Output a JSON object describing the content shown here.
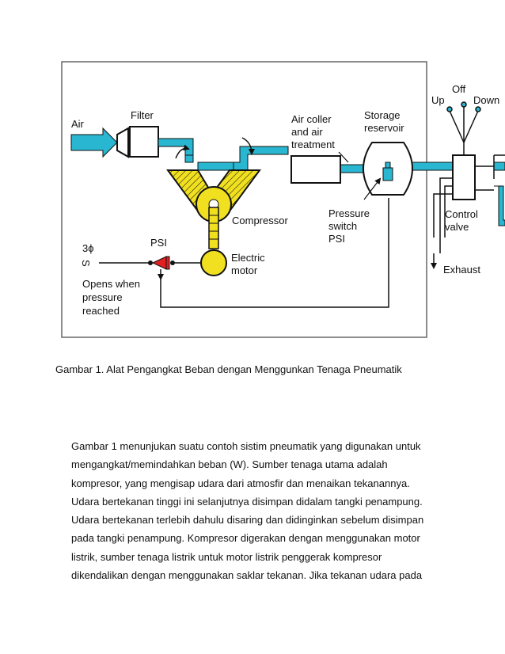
{
  "figure": {
    "labels": {
      "air": "Air",
      "filter": "Filter",
      "air_coller": "Air coller",
      "and_air": "and air",
      "treatment": "treatment",
      "storage": "Storage",
      "reservoir": "reservoir",
      "off": "Off",
      "up": "Up",
      "down": "Down",
      "compressor": "Compressor",
      "pressure": "Pressure",
      "switch": "switch",
      "psi_sw": "PSI",
      "control": "Control",
      "valve": "valve",
      "exhaust": "Exhaust",
      "phase": "3ϕ",
      "phase_s": "S",
      "psi": "PSI",
      "electric": "Electric",
      "motor": "motor",
      "opens_when": "Opens when",
      "pressure_l": "pressure",
      "reached": "reached"
    },
    "colors": {
      "pipe": "#29b6d0",
      "compressor": "#f0e020",
      "valve": "#e02020",
      "line": "#111111"
    }
  },
  "caption": "Gambar 1. Alat Pengangkat Beban dengan Menggunkan Tenaga Pneumatik",
  "body": {
    "lines": [
      "Gambar 1 menunjukan suatu contoh sistim pneumatik yang digunakan untuk",
      "mengangkat/memindahkan beban (W). Sumber tenaga utama adalah",
      "kompresor, yang mengisap udara dari atmosfir dan menaikan tekanannya.",
      "Udara bertekanan tinggi ini selanjutnya disimpan didalam tangki penampung.",
      "Udara bertekanan terlebih dahulu disaring dan didinginkan sebelum disimpan",
      "pada tangki penampung. Kompresor digerakan dengan menggunakan motor",
      "listrik, sumber tenaga listrik untuk motor listrik penggerak kompresor",
      "dikendalikan dengan menggunakan saklar tekanan. Jika tekanan udara pada"
    ]
  }
}
